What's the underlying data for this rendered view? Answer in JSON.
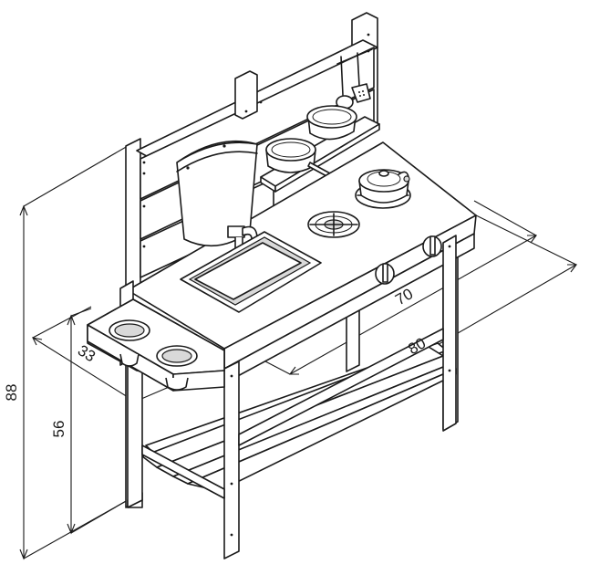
{
  "dimensions": {
    "height_total": "88",
    "height_table": "56",
    "depth": "33",
    "width_top": "70",
    "width_total": "80"
  },
  "colors": {
    "line": "#1a1a1a",
    "background": "#ffffff",
    "shade": "#d9d9d9"
  }
}
